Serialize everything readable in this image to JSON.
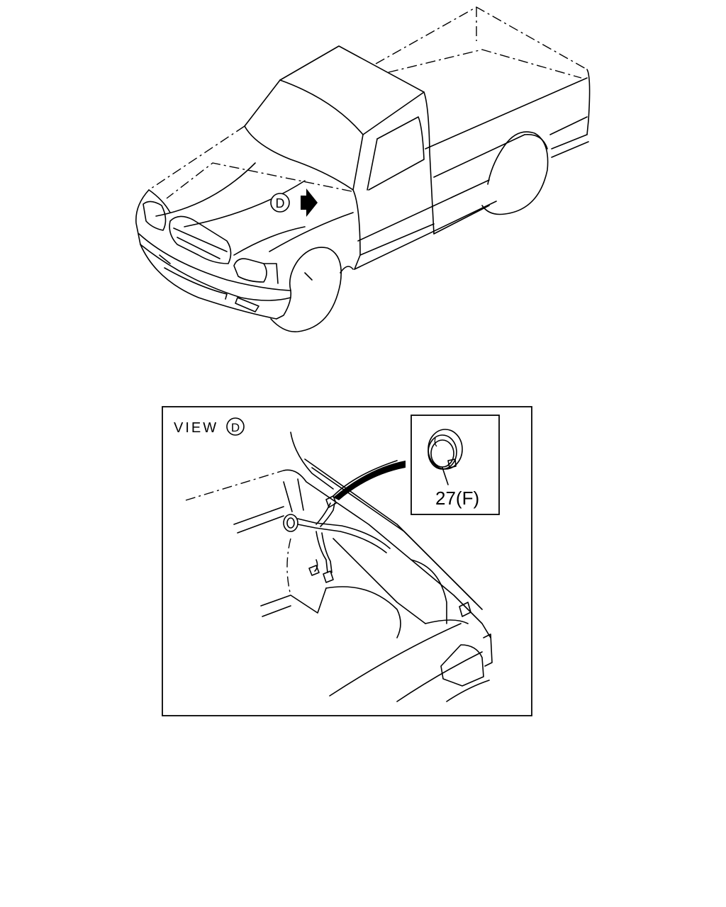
{
  "overview": {
    "view_marker": "D"
  },
  "detail": {
    "view_label": "VIEW",
    "view_marker": "D",
    "part_callout": "27(F)"
  },
  "colors": {
    "line": "#000000",
    "background": "#ffffff"
  }
}
